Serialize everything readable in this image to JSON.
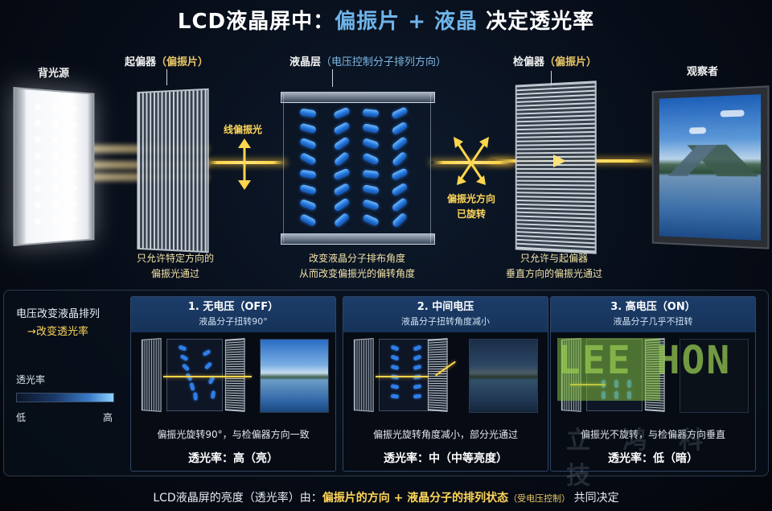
{
  "title": {
    "prefix": "LCD液晶屏中：",
    "highlight": "偏振片 + 液晶",
    "suffix": " 决定透光率",
    "highlight_color": "#6fb4ea"
  },
  "components": {
    "backlight": {
      "label": "背光源"
    },
    "polarizer_front": {
      "label": "起偏器",
      "paren": "（偏振片）",
      "caption_line1": "只允许特定方向的",
      "caption_line2": "偏振光通过"
    },
    "lc_layer": {
      "label": "液晶层",
      "paren": "（电压控制分子排列方向）",
      "caption_line1": "改变液晶分子排布角度",
      "caption_line2": "从而改变偏振光的偏转角度"
    },
    "analyzer": {
      "label": "检偏器",
      "paren": "（偏振片）",
      "caption_line1": "只允许与起偏器",
      "caption_line2": "垂直方向的偏振光通过"
    },
    "observer": {
      "label": "观察者"
    }
  },
  "annotations": {
    "linear_polarized": "线偏振光",
    "rotated_line1": "偏振光方向",
    "rotated_line2": "已旋转"
  },
  "legend": {
    "title_line1": "电压改变液晶排列",
    "title_line2": "→改变透光率",
    "bar_label": "透光率",
    "low": "低",
    "high": "高",
    "gradient_colors": [
      "#0c1626",
      "#1a3a6a",
      "#3a7cc8",
      "#8fd0ff"
    ]
  },
  "states": [
    {
      "title": "1. 无电压（OFF）",
      "subtitle": "液晶分子扭转90°",
      "description": "偏振光旋转90°，与检偏器方向一致",
      "transmittance": "透光率：高（亮）",
      "level": "high"
    },
    {
      "title": "2. 中间电压",
      "subtitle": "液晶分子扭转角度减小",
      "description": "偏振光旋转角度减小，部分光通过",
      "transmittance": "透光率：中（中等亮度）",
      "level": "medium"
    },
    {
      "title": "3. 高电压（ON）",
      "subtitle": "液晶分子几乎不扭转",
      "description": "偏振光不旋转，与检偏器方向垂直",
      "transmittance": "透光率：低（暗）",
      "level": "low"
    }
  ],
  "watermark": {
    "latin": "LEE HON",
    "chinese": "立鸿科技"
  },
  "footer": {
    "prefix": "LCD液晶屏的亮度（透光率）由：",
    "part1": "偏振片的方向",
    "plus": " + ",
    "part2": "液晶分子的排列状态",
    "note": "（受电压控制）",
    "suffix": " 共同决定"
  },
  "colors": {
    "accent_gold": "#ffd65a",
    "accent_blue": "#6fb4ea",
    "card_header": "#1c3d6a",
    "background": "#070d18"
  }
}
